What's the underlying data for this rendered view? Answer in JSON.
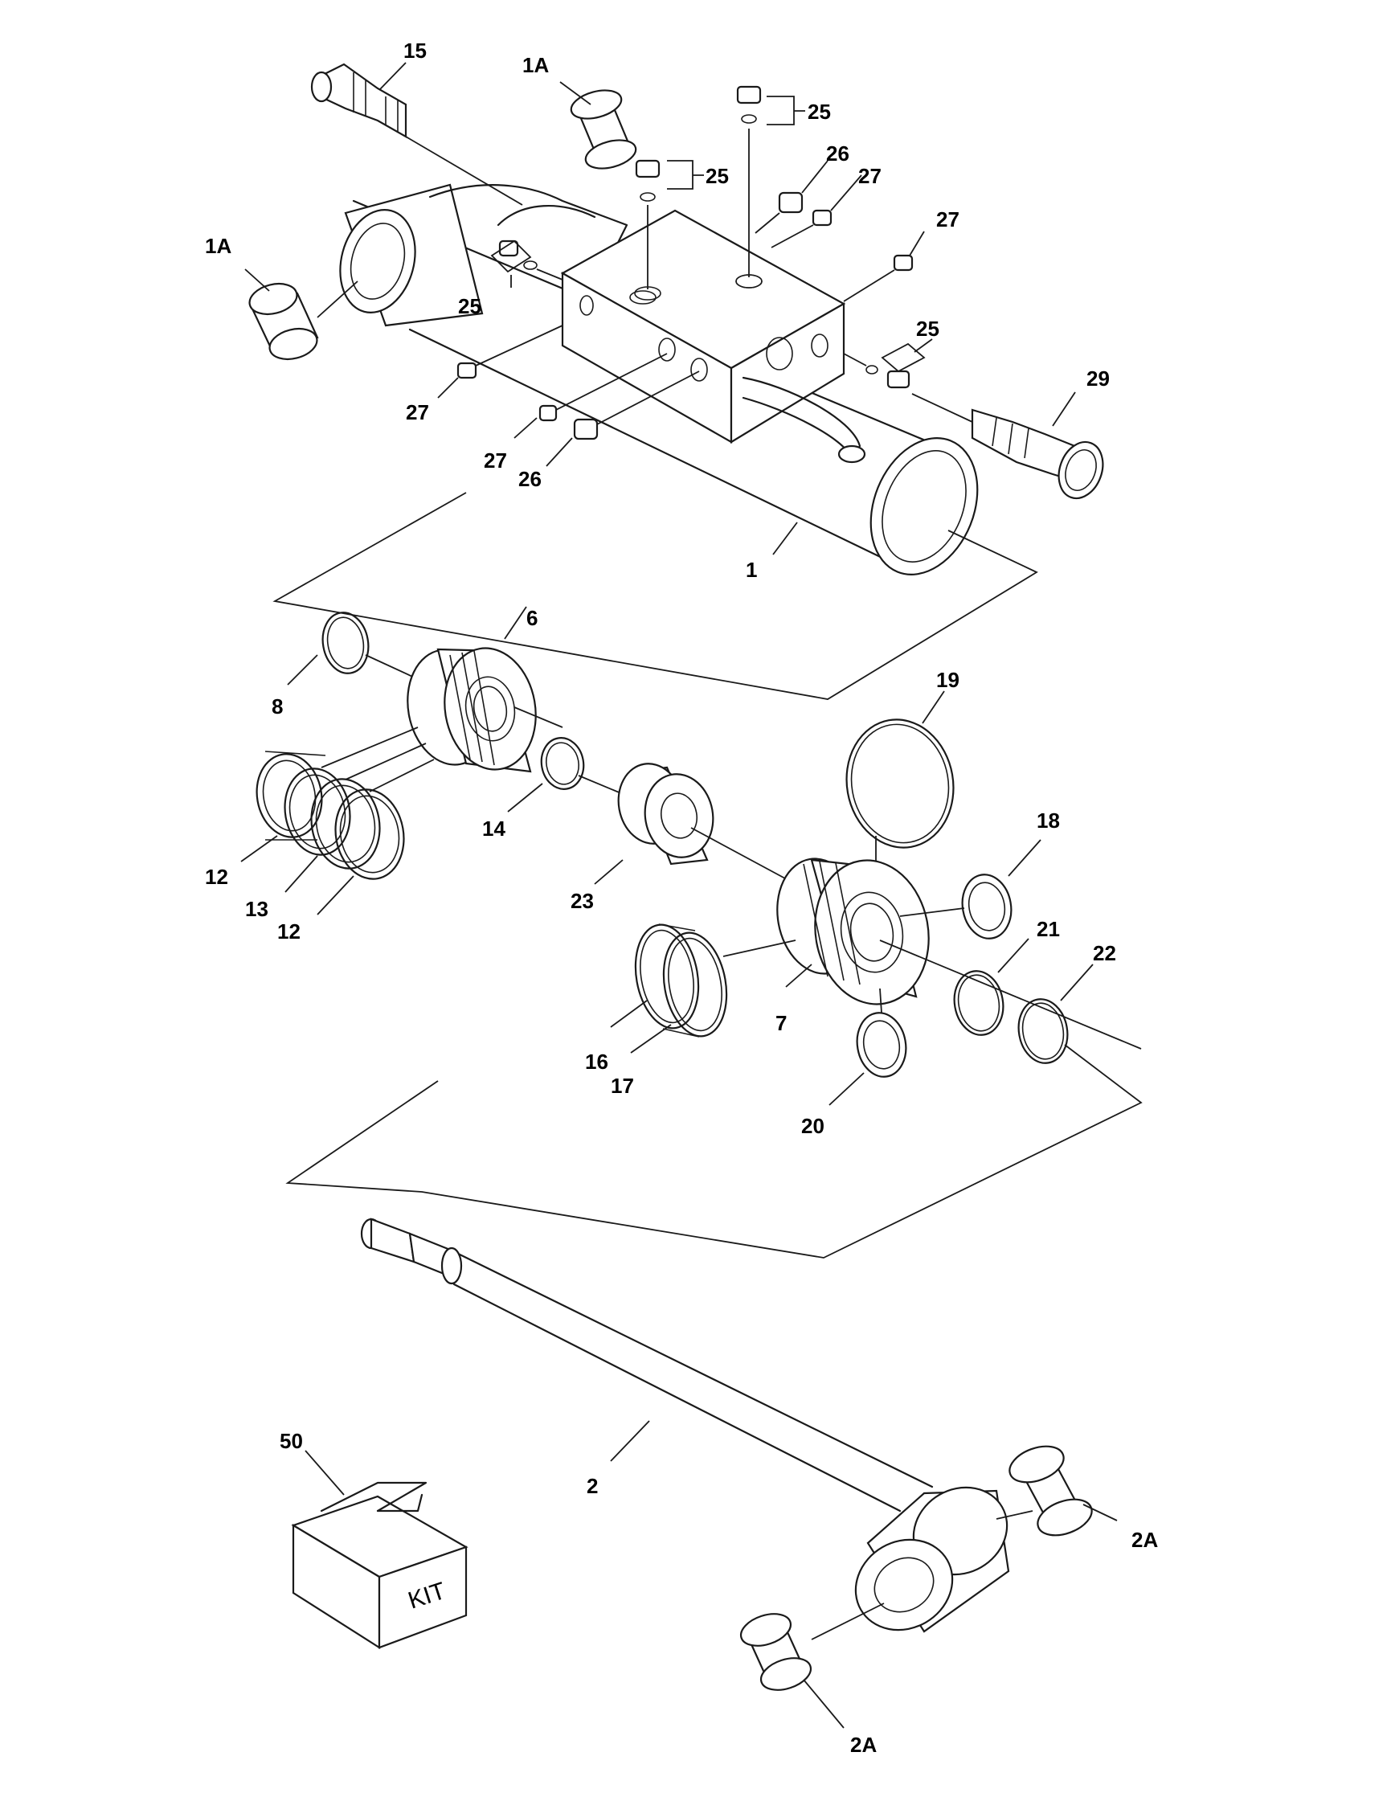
{
  "callouts": {
    "c15": "15",
    "c1a_top": "1A",
    "c25_top": "25",
    "c25_mid": "25",
    "c26_top": "26",
    "c27_top": "27",
    "c27_right": "27",
    "c1a_left": "1A",
    "c25_left": "25",
    "c25_right": "25",
    "c29": "29",
    "c27_left": "27",
    "c27_bottom": "27",
    "c26_bottom": "26",
    "c1": "1",
    "c6": "6",
    "c8": "8",
    "c19": "19",
    "c14": "14",
    "c18": "18",
    "c12_a": "12",
    "c13": "13",
    "c12_b": "12",
    "c23": "23",
    "c21": "21",
    "c22": "22",
    "c7": "7",
    "c16": "16",
    "c17": "17",
    "c20": "20",
    "c50": "50",
    "c2": "2",
    "c2a_right": "2A",
    "c2a_bottom": "2A"
  },
  "kit_box": {
    "label": "KIT"
  },
  "colors": {
    "line": "#1a1a1a",
    "background": "#ffffff"
  }
}
